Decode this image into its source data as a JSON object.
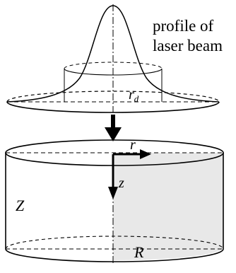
{
  "labels": {
    "profile_line1": "profile of",
    "profile_line2": "laser beam",
    "beam_radius": "r",
    "beam_radius_sub": "d",
    "radial_axis": "r",
    "depth_axis": "z",
    "height": "Z",
    "cylinder_radius": "R"
  }
}
